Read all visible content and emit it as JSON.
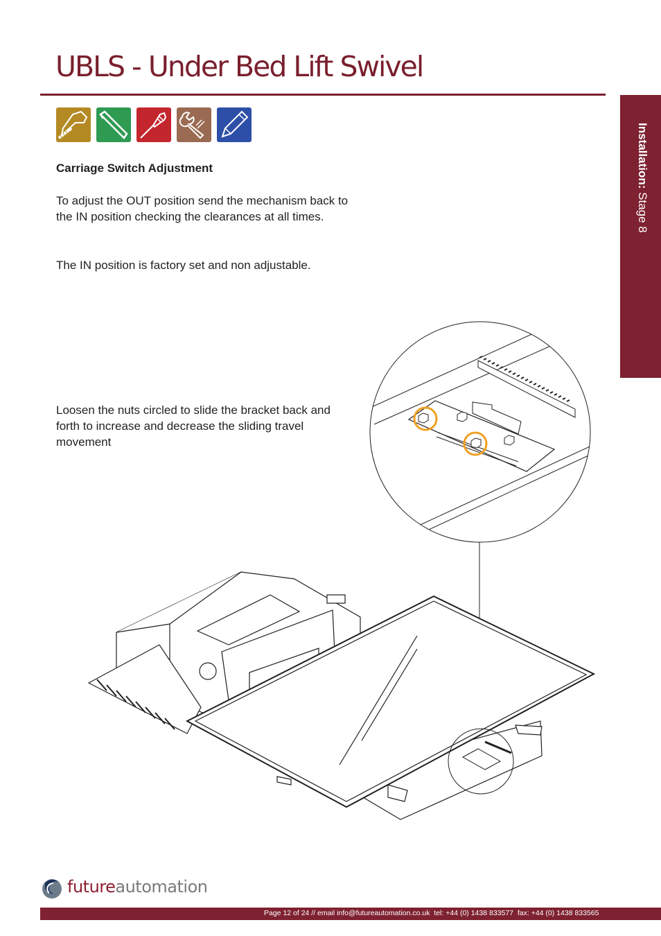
{
  "header": {
    "title": "UBLS - Under Bed Lift Swivel"
  },
  "side_tab": {
    "label_bold": "Installation:",
    "label_rest": " Stage  8"
  },
  "tool_icons": [
    {
      "icon": "tape-measure-icon",
      "color": "#b48a24"
    },
    {
      "icon": "hex-key-icon",
      "color": "#2e9a52"
    },
    {
      "icon": "screwdriver-icon",
      "color": "#c4262e"
    },
    {
      "icon": "spanner-icon",
      "color": "#9a6a52"
    },
    {
      "icon": "pencil-icon",
      "color": "#2e4fa8"
    }
  ],
  "content": {
    "heading": "Carriage Switch Adjustment",
    "para1": "To adjust the OUT position send the mechanism back to the IN position checking the clearances at all times.",
    "para2": "The IN position is factory set and non adjustable.",
    "para3": "Loosen the nuts circled to slide the bracket back and forth to increase and decrease the sliding travel movement"
  },
  "colors": {
    "brand": "#7e2131",
    "highlight_circle": "#f0a022"
  },
  "logo": {
    "part1": "future",
    "part2": "automation"
  },
  "footer": {
    "text": "Page 12 of 24 // email info@futureautomation.co.uk  tel: +44 (0) 1438 833577  fax: +44 (0) 1438 833565"
  }
}
